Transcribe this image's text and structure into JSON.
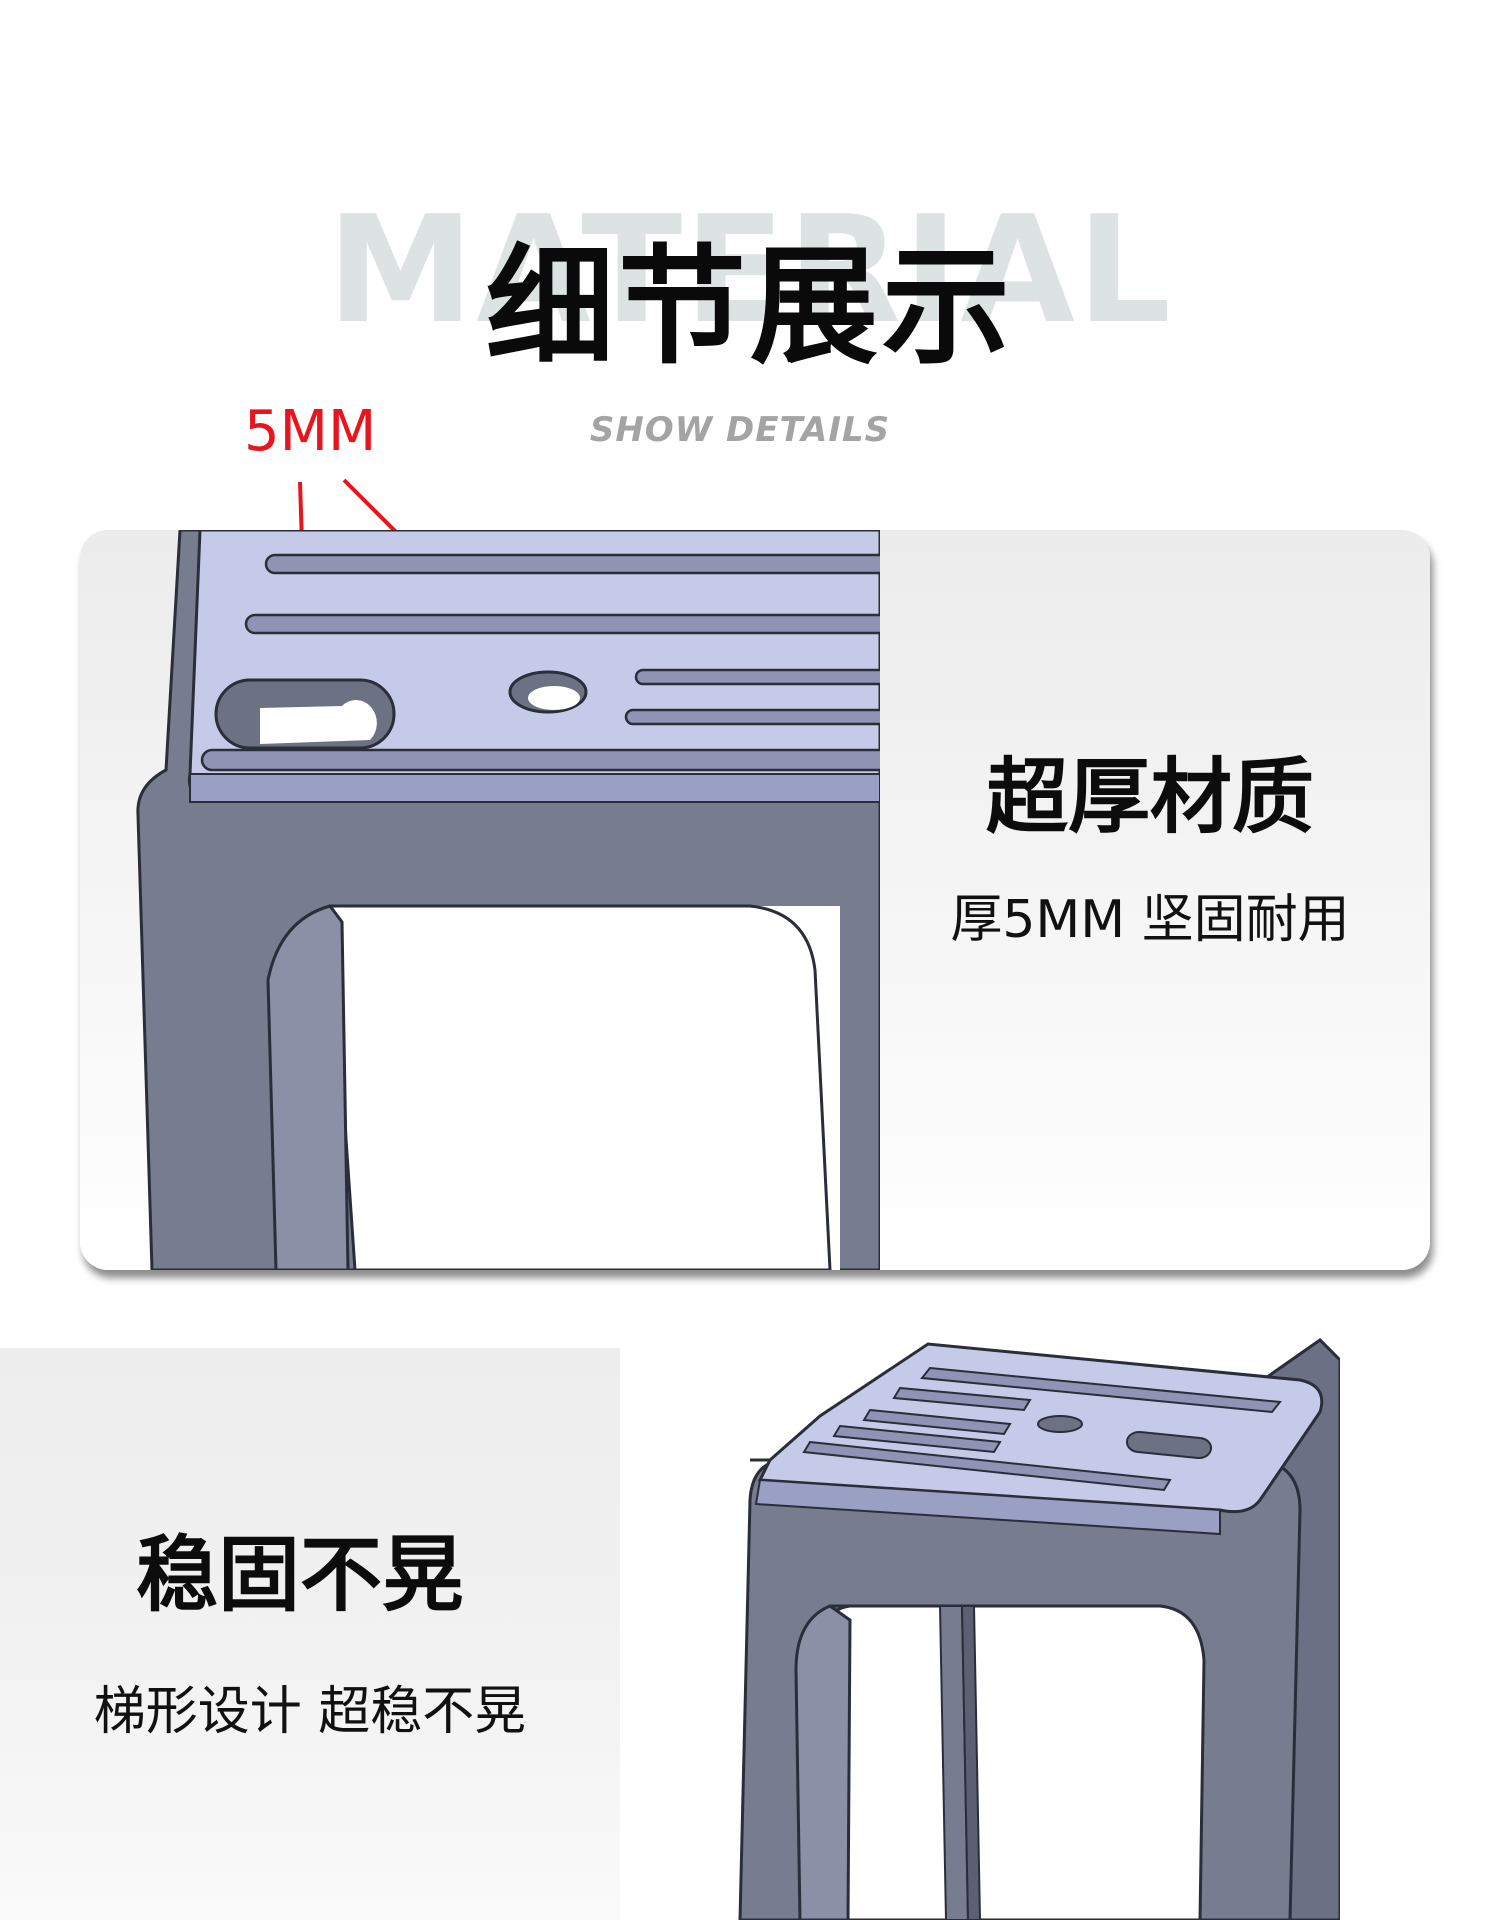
{
  "header": {
    "watermark": "MATERIAL",
    "title": "细节展示",
    "subtitle": "SHOW DETAILS"
  },
  "annotation": {
    "dimension_label": "5MM",
    "color": "#e8141e"
  },
  "feature_thickness": {
    "title": "超厚材质",
    "description": "厚5MM  坚固耐用"
  },
  "feature_stability": {
    "title": "稳固不晃",
    "description": "梯形设计  超稳不晃"
  },
  "colors": {
    "product_side": "#777c8e",
    "product_top": "#c4c9e8",
    "product_edge": "#2a2d3a"
  }
}
